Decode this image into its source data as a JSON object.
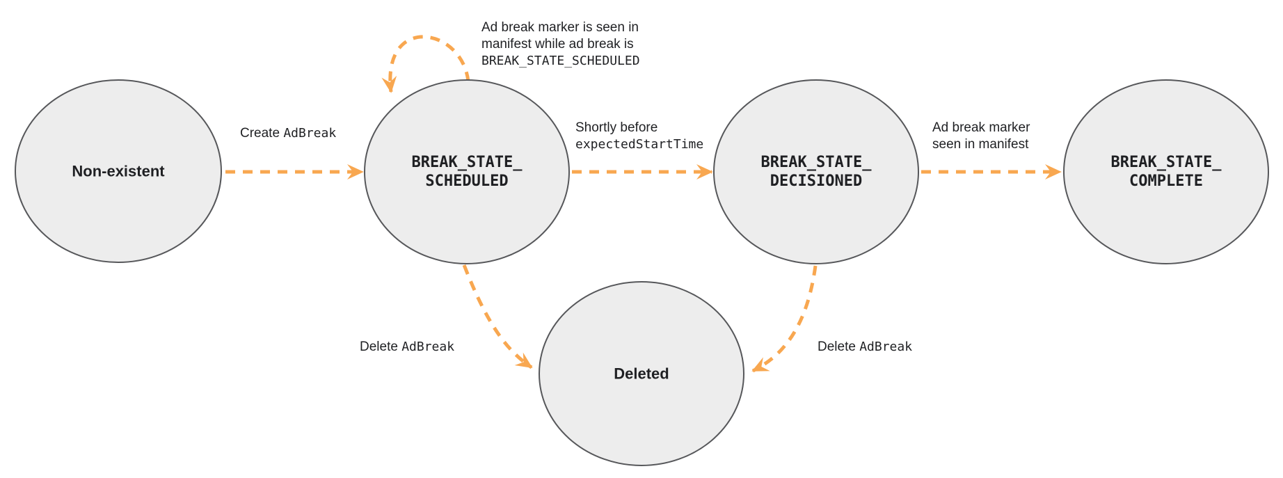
{
  "diagram": {
    "type": "state-diagram",
    "colors": {
      "arrow": "#F8A750",
      "node_fill": "#EDEDED",
      "node_border": "#56575A",
      "text": "#1F2023"
    },
    "nodes": {
      "non_existent": {
        "label": "Non-existent"
      },
      "scheduled": {
        "line1": "BREAK_STATE_",
        "line2": "SCHEDULED"
      },
      "decisioned": {
        "line1": "BREAK_STATE_",
        "line2": "DECISIONED"
      },
      "complete": {
        "line1": "BREAK_STATE_",
        "line2": "COMPLETE"
      },
      "deleted": {
        "label": "Deleted"
      }
    },
    "edges": {
      "create": {
        "prefix": "Create ",
        "code": "AdBreak"
      },
      "self_loop": {
        "line1": "Ad break marker is seen in",
        "line2": "manifest while ad break is",
        "code": "BREAK_STATE_SCHEDULED"
      },
      "shortly": {
        "line1": "Shortly before",
        "code": "expectedStartTime"
      },
      "marker_seen": {
        "line1": "Ad break marker",
        "line2": "seen in manifest"
      },
      "delete_left": {
        "prefix": "Delete ",
        "code": "AdBreak"
      },
      "delete_right": {
        "prefix": "Delete ",
        "code": "AdBreak"
      }
    }
  }
}
